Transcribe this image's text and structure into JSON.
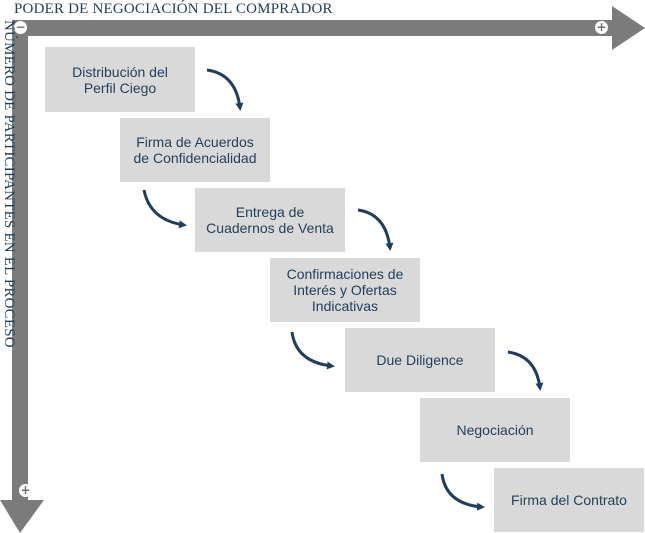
{
  "axes": {
    "x_title": "PODER DE NEGOCIACIÓN DEL COMPRADOR",
    "y_title": "NÚMERO DE PARTICIPANTES EN EL PROCESO",
    "minus_sign": "−",
    "plus_sign": "+"
  },
  "steps": [
    {
      "label": "Distribución del\nPerfil Ciego"
    },
    {
      "label": "Firma de Acuerdos\nde Confidencialidad"
    },
    {
      "label": "Entrega de\nCuadernos de Venta"
    },
    {
      "label": "Confirmaciones de\nInterés y Ofertas\nIndicativas"
    },
    {
      "label": "Due Diligence"
    },
    {
      "label": "Negociación"
    },
    {
      "label": "Firma del Contrato"
    }
  ],
  "colors": {
    "axis": "#7b7b7b",
    "box": "#d9d9d9",
    "text": "#1f3e5c",
    "arrow": "#1f3e5c"
  }
}
